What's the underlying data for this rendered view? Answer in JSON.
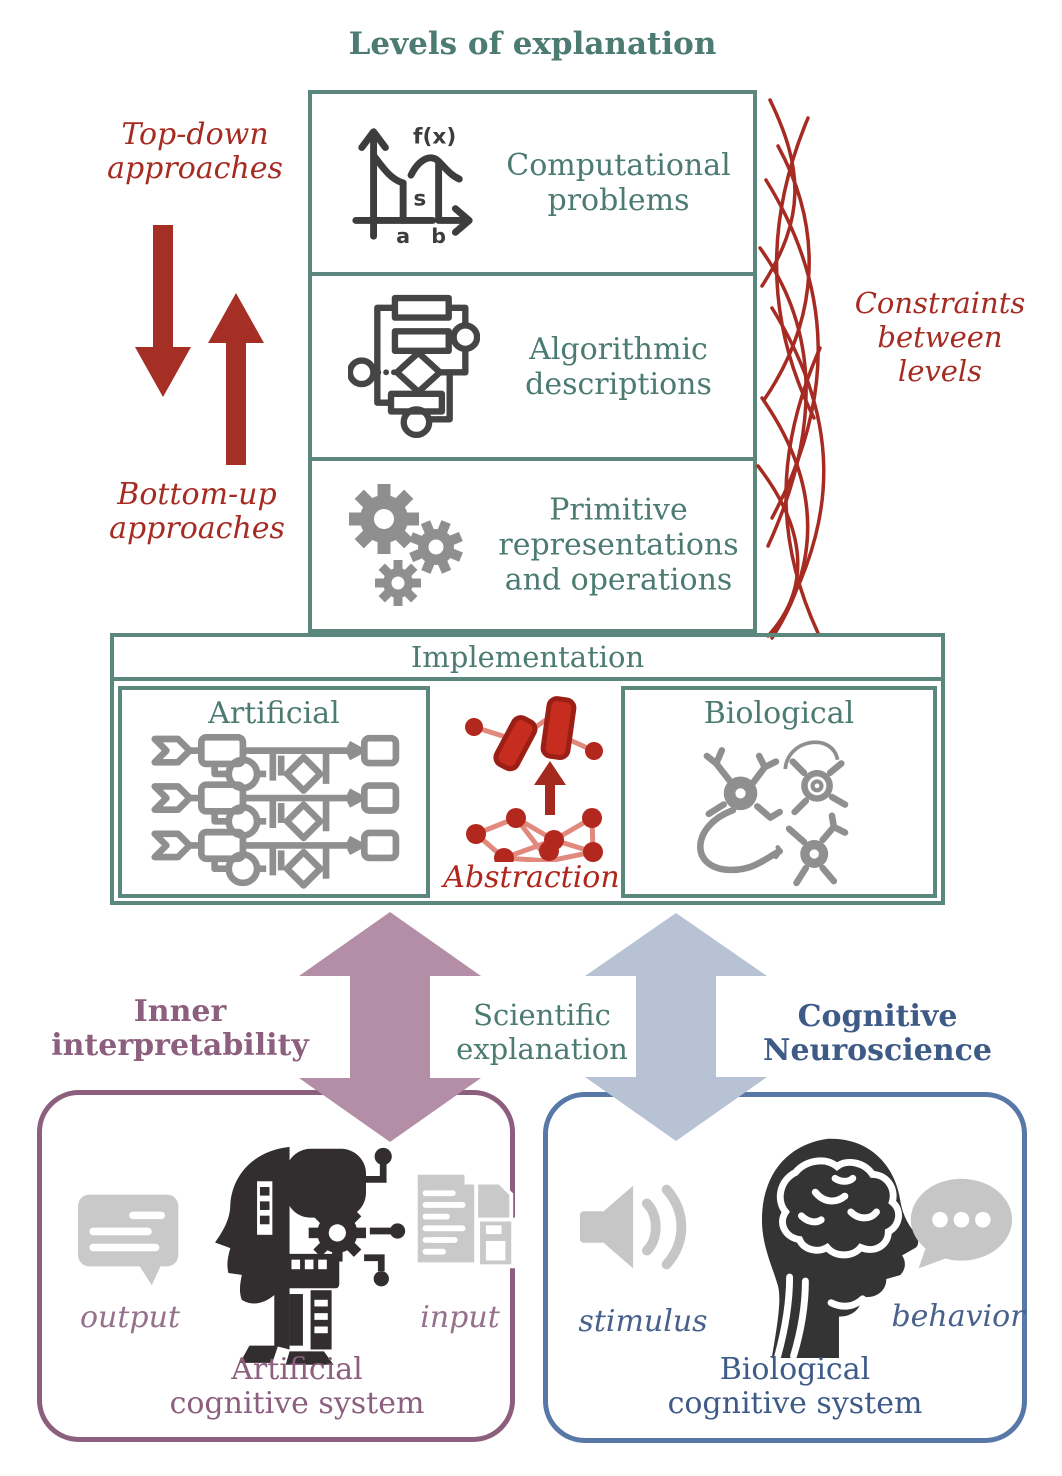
{
  "colors": {
    "teal_text": "#4c7b72",
    "teal_border": "#5b877d",
    "dark_red": "#a62b22",
    "bright_red": "#c62d1f",
    "light_red": "#e2897e",
    "purple": "#8d5f7e",
    "purple_arrow": "#b38ea6",
    "blue": "#3e5b88",
    "blue_arrow": "#b7c2d4",
    "gray_icon": "#8f8f8f",
    "light_gray_icon": "#c9c9c9",
    "dark_icon": "#322e2f"
  },
  "levels": {
    "title": "Levels of explanation",
    "rows": [
      {
        "icon": "function-plot-icon",
        "lines": [
          "Computational",
          "problems"
        ]
      },
      {
        "icon": "flowchart-icon",
        "lines": [
          "Algorithmic",
          "descriptions"
        ]
      },
      {
        "icon": "gears-icon",
        "lines": [
          "Primitive",
          "representations",
          "and operations"
        ]
      }
    ]
  },
  "approaches": {
    "top_down": [
      "Top-down",
      "approaches"
    ],
    "bottom_up": [
      "Bottom-up",
      "approaches"
    ]
  },
  "constraints": [
    "Constraints",
    "between",
    "levels"
  ],
  "implementation": {
    "title": "Implementation",
    "artificial": "Artificial",
    "biological": "Biological",
    "abstraction": "Abstraction"
  },
  "bridge": {
    "inner": [
      "Inner",
      "interpretability"
    ],
    "scientific": [
      "Scientific",
      "explanation"
    ],
    "cognitive": [
      "Cognitive",
      "Neuroscience"
    ]
  },
  "artificial_system": {
    "output": "output",
    "input": "input",
    "caption": [
      "Artificial",
      "cognitive system"
    ]
  },
  "biological_system": {
    "stimulus": "stimulus",
    "behavior": "behavior",
    "caption": [
      "Biological",
      "cognitive system"
    ]
  },
  "function_icon": {
    "fx": "f(x)",
    "s": "s",
    "a": "a",
    "b": "b"
  },
  "icons": [
    "function-plot-icon",
    "flowchart-icon",
    "gears-icon",
    "circuit-flow-icon",
    "abstraction-icon",
    "neurons-icon",
    "down-arrow-icon",
    "up-arrow-icon",
    "double-arrow-purple-icon",
    "double-arrow-blue-icon",
    "chat-bubble-icon",
    "ai-head-icon",
    "documents-icon",
    "speaker-icon",
    "brain-head-icon",
    "speech-dots-icon",
    "constraint-curves-icon"
  ]
}
